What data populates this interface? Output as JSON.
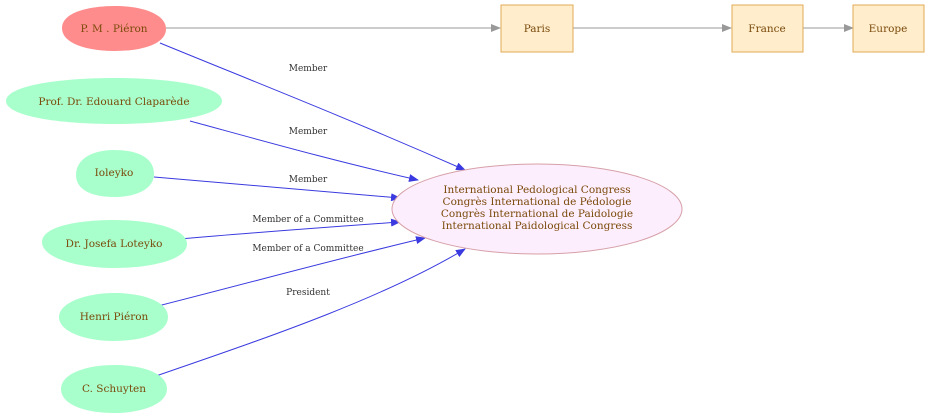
{
  "people": [
    {
      "label": "P. M . Piéron",
      "fill": "#ff8c8c"
    },
    {
      "label": "Prof. Dr. Edouard Claparède",
      "fill": "#a8ffcc"
    },
    {
      "label": "Ioleyko",
      "fill": "#a8ffcc"
    },
    {
      "label": "Dr. Josefa Loteyko",
      "fill": "#a8ffcc"
    },
    {
      "label": "Henri Piéron",
      "fill": "#a8ffcc"
    },
    {
      "label": "C. Schuyten",
      "fill": "#a8ffcc"
    }
  ],
  "congress": {
    "lines": [
      "International Pedological Congress",
      "Congrès International de Pédologie",
      "Congrès International de Paidologie",
      "International Paidological Congress"
    ],
    "fill": "#fdeefd",
    "stroke": "#d6a0a8"
  },
  "places": [
    {
      "label": "Paris"
    },
    {
      "label": "France"
    },
    {
      "label": "Europe"
    }
  ],
  "place_style": {
    "fill": "#ffedcc",
    "stroke": "#e0aa55"
  },
  "relations": [
    {
      "label": "Member"
    },
    {
      "label": "Member"
    },
    {
      "label": "Member"
    },
    {
      "label": "Member of a Committee"
    },
    {
      "label": "Member of a Committee"
    },
    {
      "label": "President"
    }
  ],
  "edge_colors": {
    "relation": "#3a3ae0",
    "location": "#999999"
  }
}
